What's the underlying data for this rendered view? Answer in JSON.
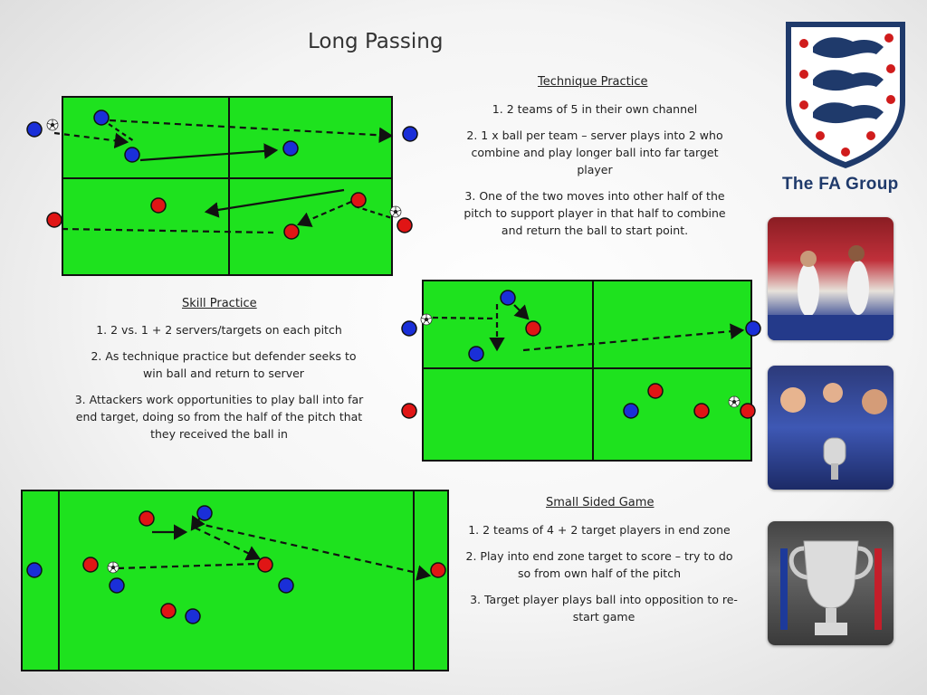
{
  "title": "Long Passing",
  "brand": {
    "name": "The FA Group"
  },
  "technique": {
    "heading": "Technique Practice",
    "points": [
      "1. 2 teams of 5 in their own channel",
      "2. 1 x ball per team – server plays into 2 who combine and play longer ball into far target player",
      "3. One of the two moves into other half of the pitch to support player in that half to combine and return the ball to start point."
    ]
  },
  "skill": {
    "heading": "Skill Practice",
    "points": [
      "1.  2 vs. 1 + 2 servers/targets on each pitch",
      "2. As technique practice but defender seeks to win ball and return to server",
      "3. Attackers work opportunities to play ball into far end target, doing so from the half of the pitch that they received the ball in"
    ]
  },
  "ssg": {
    "heading": "Small Sided Game",
    "points": [
      "1. 2 teams of 4 + 2 target players in end zone",
      "2. Play into end zone target to score – try to do so from own half of the pitch",
      "3. Target player plays ball into opposition to re-start game"
    ]
  },
  "colors": {
    "pitch": "#1ee21e",
    "team_blue": "#1a2fd8",
    "team_red": "#e01515",
    "brand": "#1f3a6b"
  },
  "icons": [
    "three-lions-crest-icon",
    "football-icon"
  ]
}
